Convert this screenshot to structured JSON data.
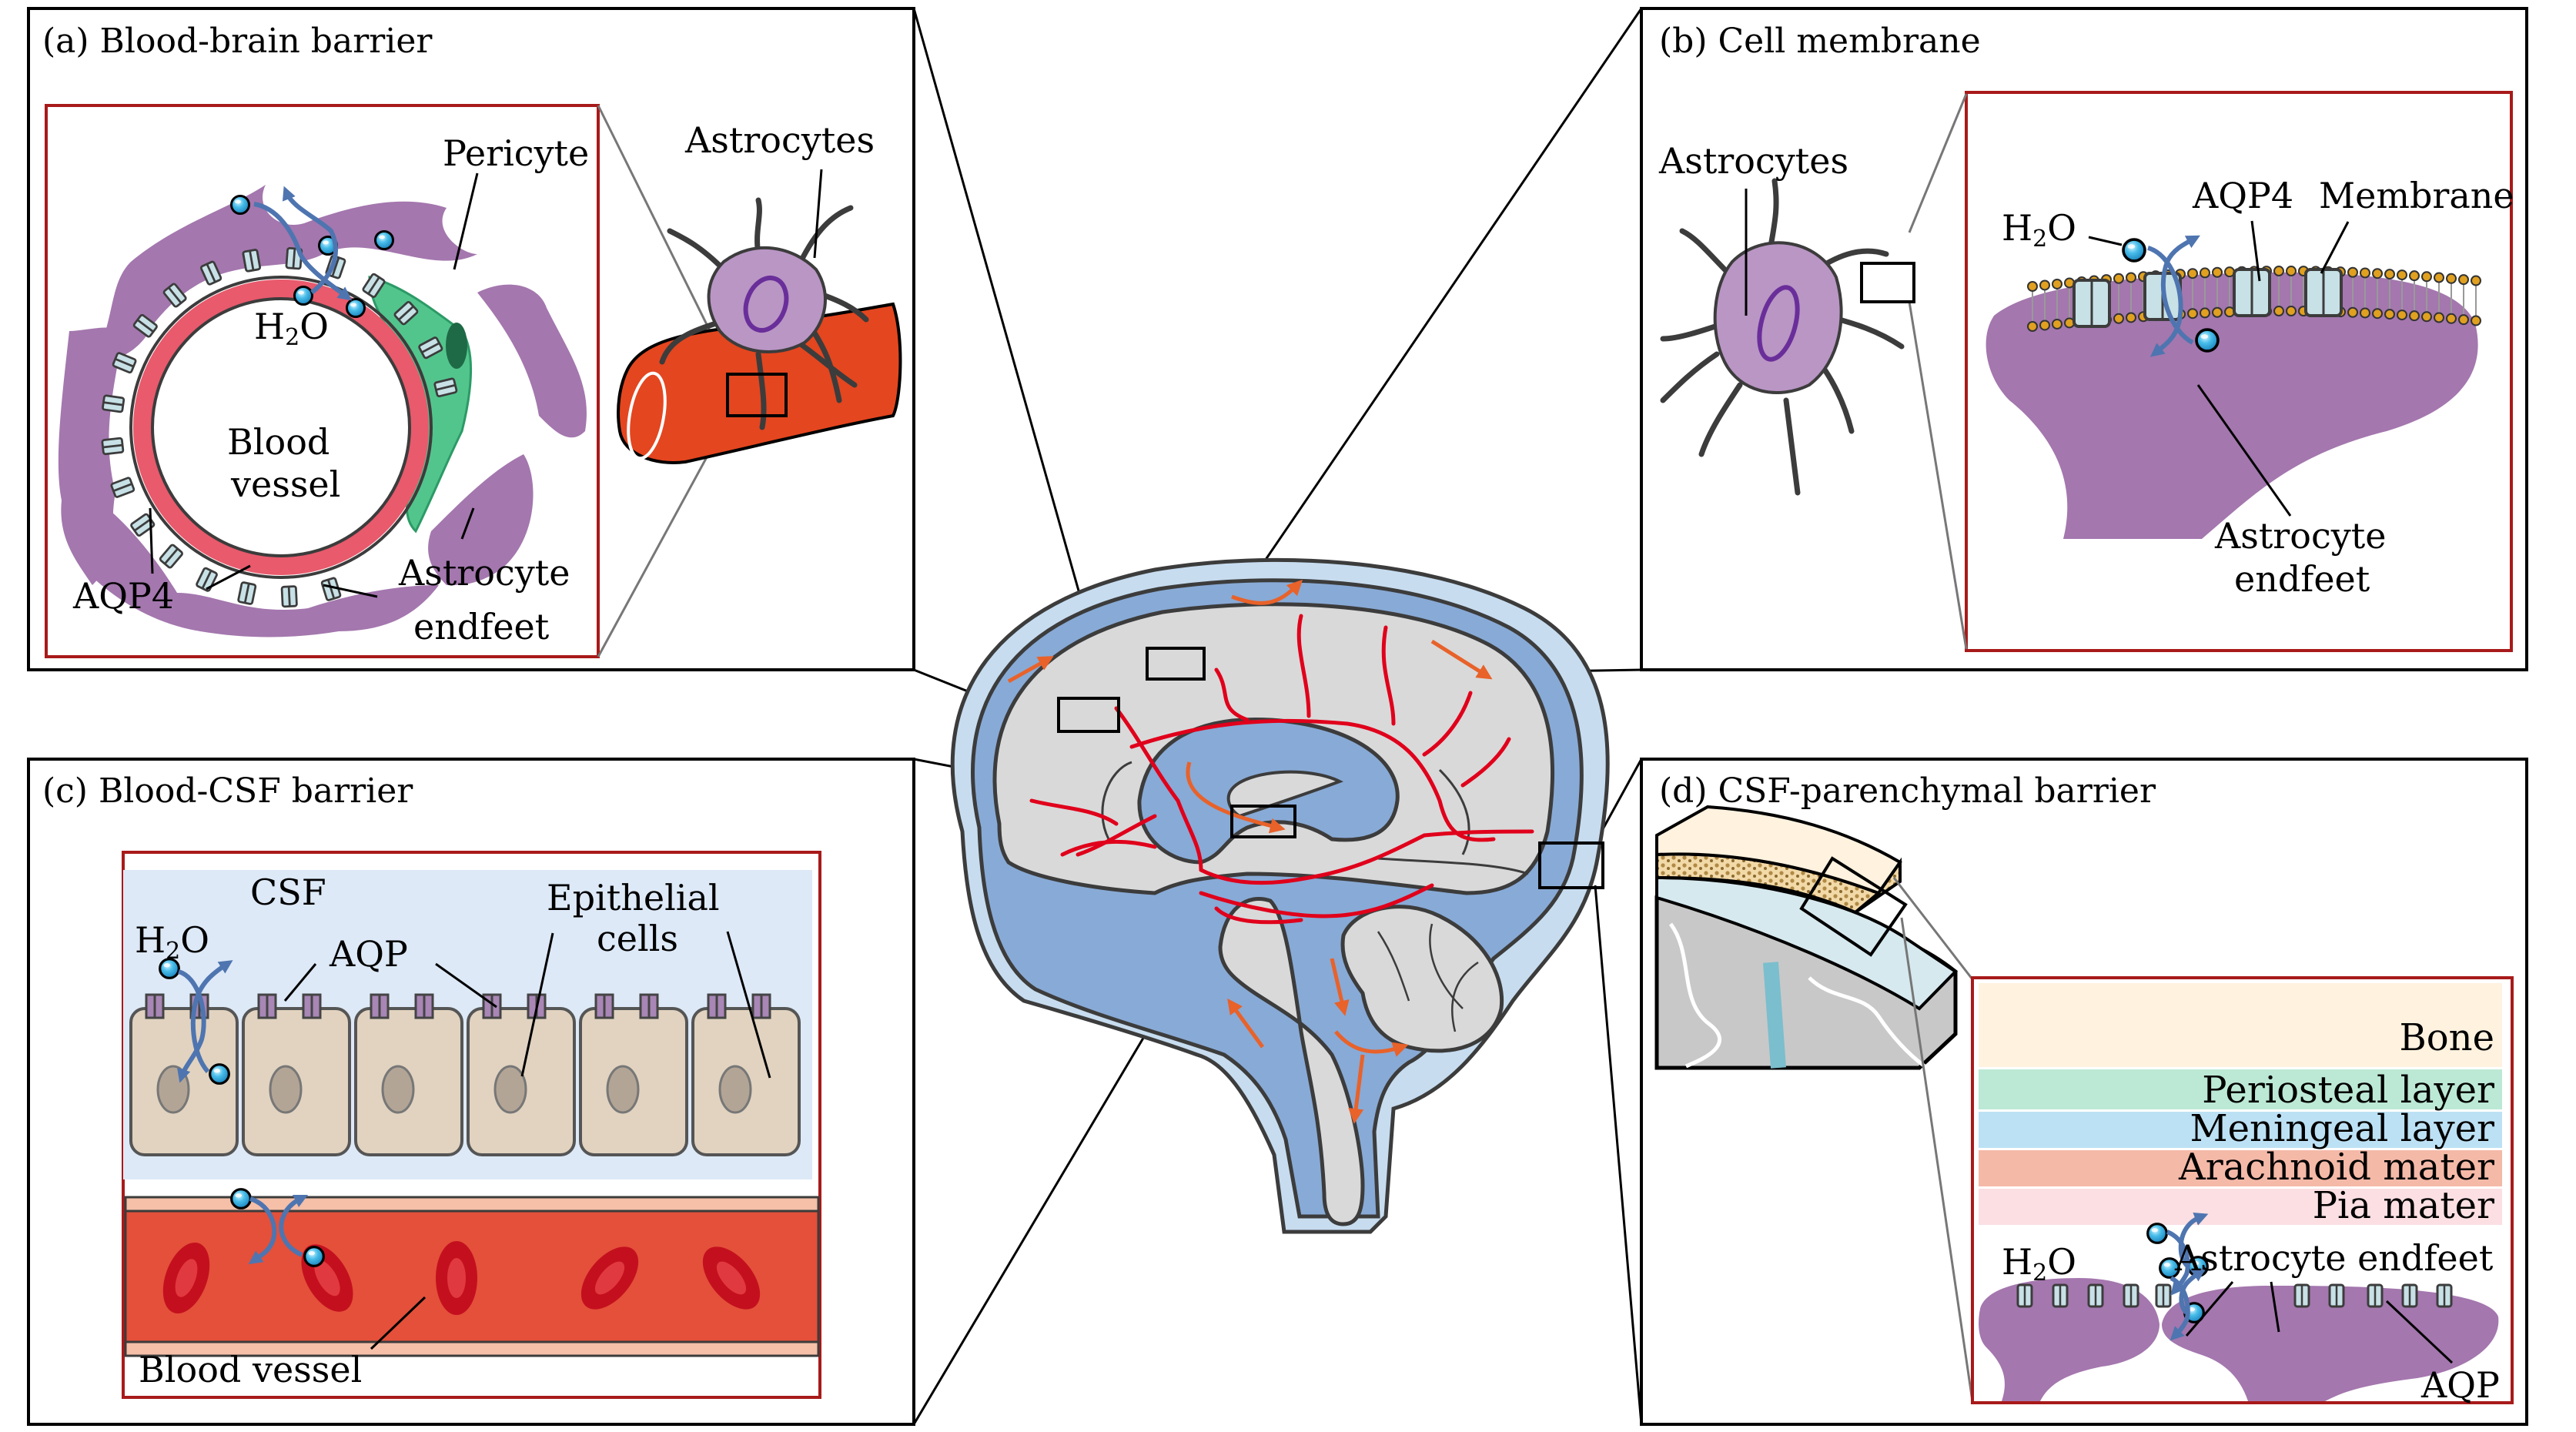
{
  "figure": {
    "type": "diagram",
    "description": "Brain water-transport barriers with sagittal brain section in centre and four zoomed panels"
  },
  "colors": {
    "panel_border": "#000000",
    "inset_border": "#a81a1a",
    "astrocyte_purple": "#a477ae",
    "astrocyte_light": "#b996c4",
    "nucleus_purple": "#6a2e9a",
    "vessel_pink": "#e85a6c",
    "vessel_red": "#e4461f",
    "pericyte_green": "#52c58d",
    "pericyte_nucleus": "#1f6a46",
    "aqp_channel": "#c7e1e6",
    "water_blue": "#38b4e6",
    "arrow_blue": "#4e75b0",
    "csf_bg": "#dde9f7",
    "epithelial": "#e1d3c0",
    "epithelial_nucleus": "#b3a596",
    "aqp_purple": "#a886b5",
    "blood_red": "#e4503a",
    "rbc_red": "#c4101e",
    "vessel_wall": "#f5bfa8",
    "brain_grey": "#d9d9d9",
    "csf_blue": "#88aad6",
    "meninges_light": "#c7dcef",
    "brain_vessel": "#e0001b",
    "csf_flow": "#e8622a",
    "lipid_head": "#e0a020"
  },
  "panels": {
    "a": {
      "title": "(a) Blood-brain barrier",
      "labels": {
        "pericyte": "Pericyte",
        "water_main": "H",
        "water_sub": "2",
        "water_end": "O",
        "vessel_line1": "Blood",
        "vessel_line2": "vessel",
        "aqp4": "AQP4",
        "endfeet_line1": "Astrocyte",
        "endfeet_line2": "endfeet",
        "astrocytes": "Astrocytes"
      }
    },
    "b": {
      "title": "(b) Cell membrane",
      "labels": {
        "astrocytes": "Astrocytes",
        "water_main": "H",
        "water_sub": "2",
        "water_end": "O",
        "aqp4": "AQP4",
        "membrane": "Membrane",
        "endfeet_line1": "Astrocyte",
        "endfeet_line2": "endfeet"
      }
    },
    "c": {
      "title": "(c) Blood-CSF barrier",
      "labels": {
        "csf": "CSF",
        "water_main": "H",
        "water_sub": "2",
        "water_end": "O",
        "aqp": "AQP",
        "epithelial_line1": "Epithelial",
        "epithelial_line2": "cells",
        "blood_vessel": "Blood vessel"
      },
      "epithelial_cell_count": 6,
      "red_blood_cell_count": 5
    },
    "d": {
      "title": "(d) CSF-parenchymal barrier",
      "layers": [
        {
          "name": "Bone",
          "color": "#fff2df"
        },
        {
          "name": "Periosteal layer",
          "color": "#bce9d5"
        },
        {
          "name": "Meningeal layer",
          "color": "#bde1f4"
        },
        {
          "name": "Arachnoid mater",
          "color": "#f5b9a8"
        },
        {
          "name": "Pia mater",
          "color": "#fbdfe3"
        }
      ],
      "labels": {
        "water_main": "H",
        "water_sub": "2",
        "water_end": "O",
        "endfeet": "Astrocyte endfeet",
        "aqp": "AQP"
      }
    }
  }
}
